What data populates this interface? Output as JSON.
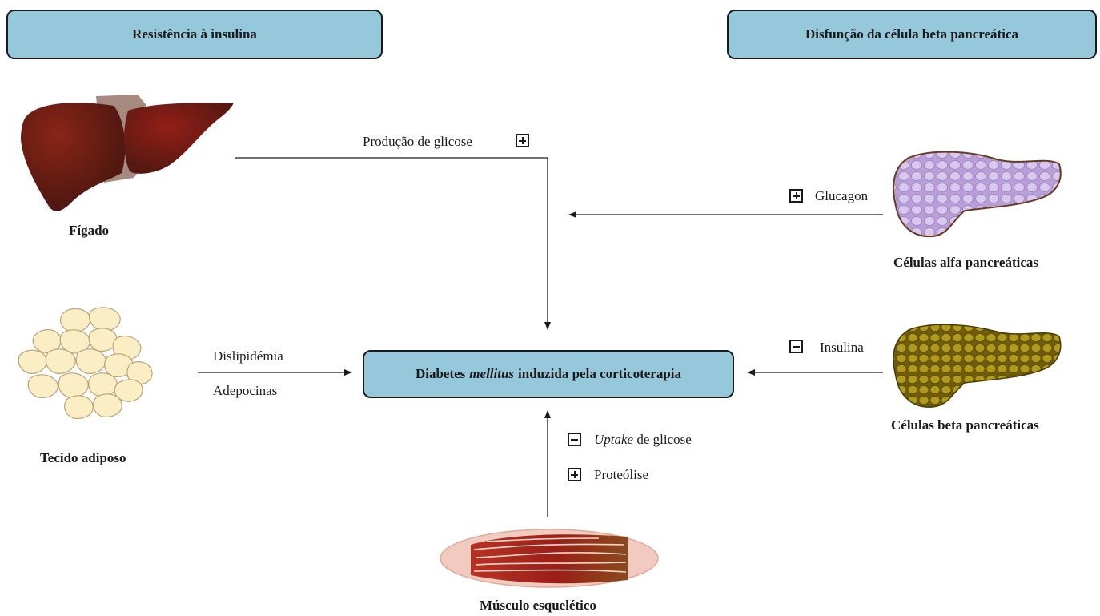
{
  "headers": {
    "left": "Resistência à insulina",
    "right": "Disfunção da célula beta pancreática"
  },
  "center": {
    "part1": "Diabetes",
    "italic": "mellitus",
    "part2": "induzida pela corticoterapia"
  },
  "organs": {
    "liver": "Fígado",
    "adipose": "Tecido adiposo",
    "muscle": "Músculo esquelético",
    "alpha": "Células alfa pancreáticas",
    "beta": "Células beta pancreáticas"
  },
  "effects": {
    "glucose_production": "Produção de glicose",
    "glucagon": "Glucagon",
    "insulin": "Insulina",
    "dyslipidemia": "Dislipidémia",
    "adipokines": "Adepocinas",
    "uptake_italic": "Uptake",
    "uptake_rest": "de glicose",
    "proteolysis": "Proteólise"
  },
  "colors": {
    "box_fill": "#96c8dc",
    "liver": "#5a1c14",
    "adipose": "#fbeec4",
    "alpha_cells": "#c8b4e0",
    "beta_cells": "#8c7a10",
    "muscle": "#a42a1c"
  }
}
